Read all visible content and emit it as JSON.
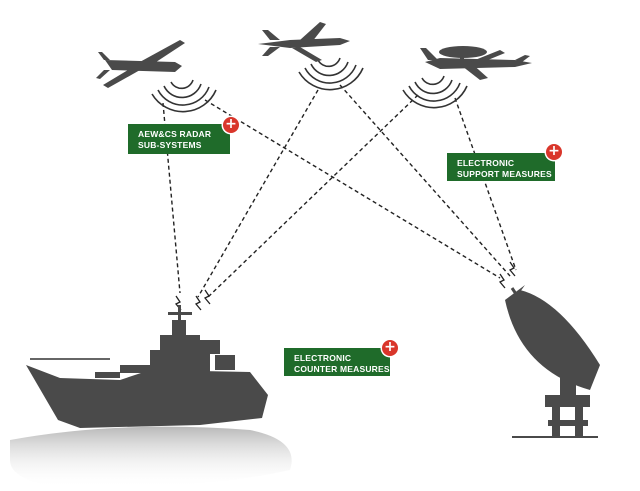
{
  "hotspots": [
    {
      "id": "aewcs",
      "lines": [
        "AEW&CS RADAR",
        "SUB-SYSTEMS"
      ],
      "plus": "+"
    },
    {
      "id": "esm",
      "lines": [
        "ELECTRONIC",
        "SUPPORT MEASURES"
      ],
      "plus": "+"
    },
    {
      "id": "ecm",
      "lines": [
        "ELECTRONIC",
        "COUNTER MEASURES"
      ],
      "plus": "+"
    }
  ],
  "colors": {
    "label_bg": "#1f6b2a",
    "plus_bg": "#d9362b",
    "silhouette": "#4a4a4a",
    "link_line": "#222222"
  },
  "icons": [
    "drone-icon",
    "fighter-jet-icon",
    "awacs-aircraft-icon",
    "warship-icon",
    "radar-dish-icon",
    "signal-wave-icon",
    "lightning-icon"
  ]
}
